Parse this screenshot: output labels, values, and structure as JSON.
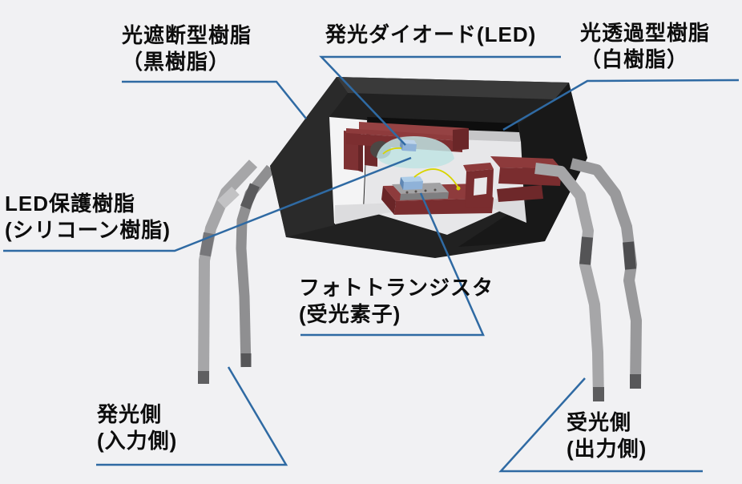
{
  "diagram": {
    "subject": "photocoupler-cutaway",
    "labels": {
      "light_blocking_resin": {
        "line1": "光遮断型樹脂",
        "line2": "（黒樹脂）"
      },
      "led": {
        "line1": "発光ダイオード(LED)",
        "line2": ""
      },
      "light_transmitting_resin": {
        "line1": "光透過型樹脂",
        "line2": "（白樹脂）"
      },
      "led_protective_resin": {
        "line1": "LED保護樹脂",
        "line2": "(シリコーン樹脂)"
      },
      "phototransistor": {
        "line1": "フォトトランジスタ",
        "line2": "(受光素子)"
      },
      "emitting_side": {
        "line1": "発光側",
        "line2": "(入力側)"
      },
      "receiving_side": {
        "line1": "受光側",
        "line2": "(出力側)"
      }
    },
    "colors": {
      "background": "#f1f1f3",
      "leader_line": "#2f6aa3",
      "label_text": "#0d0d0d",
      "package_black": "#212121",
      "resin_white": "#e7e7e9",
      "lead_frame_red": "#8e3b3c",
      "legs_gray": "#a6a6a8",
      "dome_cyan": "#bfe3e3",
      "chip_blue": "#8fb2d8",
      "wire_yellow": "#d8d400"
    }
  }
}
